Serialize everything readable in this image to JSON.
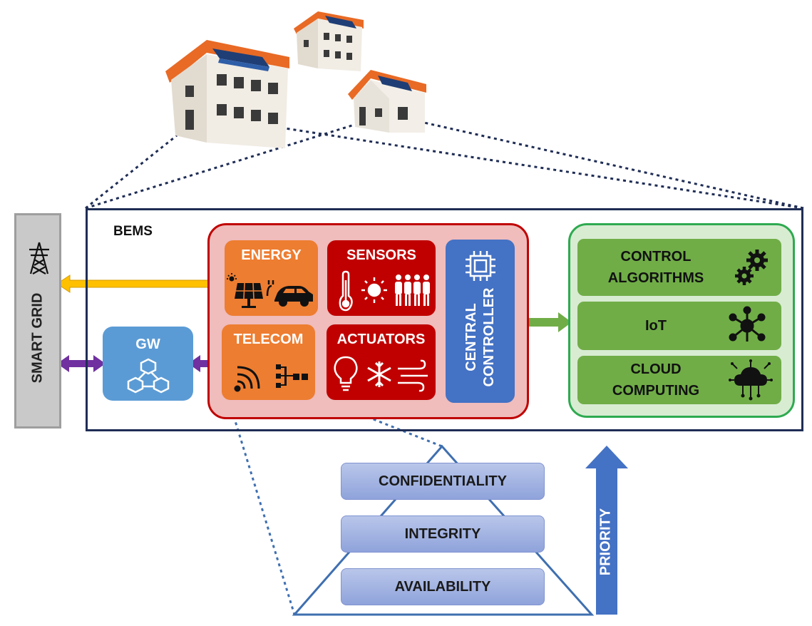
{
  "smart_grid": {
    "label": "SMART GRID",
    "icon": "power-tower-icon"
  },
  "bems": {
    "title": "BEMS"
  },
  "gw": {
    "label": "GW",
    "icon": "network-nodes-icon"
  },
  "blocks": {
    "energy": {
      "label": "ENERGY",
      "icons": [
        "solar-panel-icon",
        "ev-charger-icon",
        "car-icon"
      ]
    },
    "sensors": {
      "label": "SENSORS",
      "icons": [
        "thermometer-icon",
        "sun-icon",
        "people-icon"
      ]
    },
    "telecom": {
      "label": "TELECOM",
      "icons": [
        "wifi-signal-icon",
        "network-hierarchy-icon"
      ]
    },
    "actuators": {
      "label": "ACTUATORS",
      "icons": [
        "lightbulb-icon",
        "snowflake-icon",
        "wind-icon"
      ]
    },
    "controller": {
      "line1": "CENTRAL",
      "line2": "CONTROLLER",
      "icon": "chip-icon"
    }
  },
  "services": {
    "control": {
      "line1": "CONTROL",
      "line2": "ALGORITHMS",
      "icon": "gears-icon"
    },
    "iot": {
      "label": "IoT",
      "icon": "hub-icon"
    },
    "cloud": {
      "line1": "CLOUD",
      "line2": "COMPUTING",
      "icon": "cloud-circuit-icon"
    }
  },
  "cia": {
    "confidentiality": "CONFIDENTIALITY",
    "integrity": "INTEGRITY",
    "availability": "AVAILABILITY"
  },
  "priority": {
    "label": "PRIORITY"
  },
  "colors": {
    "bems_border": "#1f2d55",
    "red": "#c00000",
    "orange": "#ed7d31",
    "controller_blue": "#4472c4",
    "gw_blue": "#5b9bd5",
    "green": "#70ad47",
    "arrow_yellow": "#ffc000",
    "arrow_purple": "#7030a0",
    "arrow_green": "#70ad47",
    "priority_blue": "#4472c4"
  },
  "houses": [
    "large-house-icon",
    "townhouse-icon",
    "small-house-icon"
  ]
}
